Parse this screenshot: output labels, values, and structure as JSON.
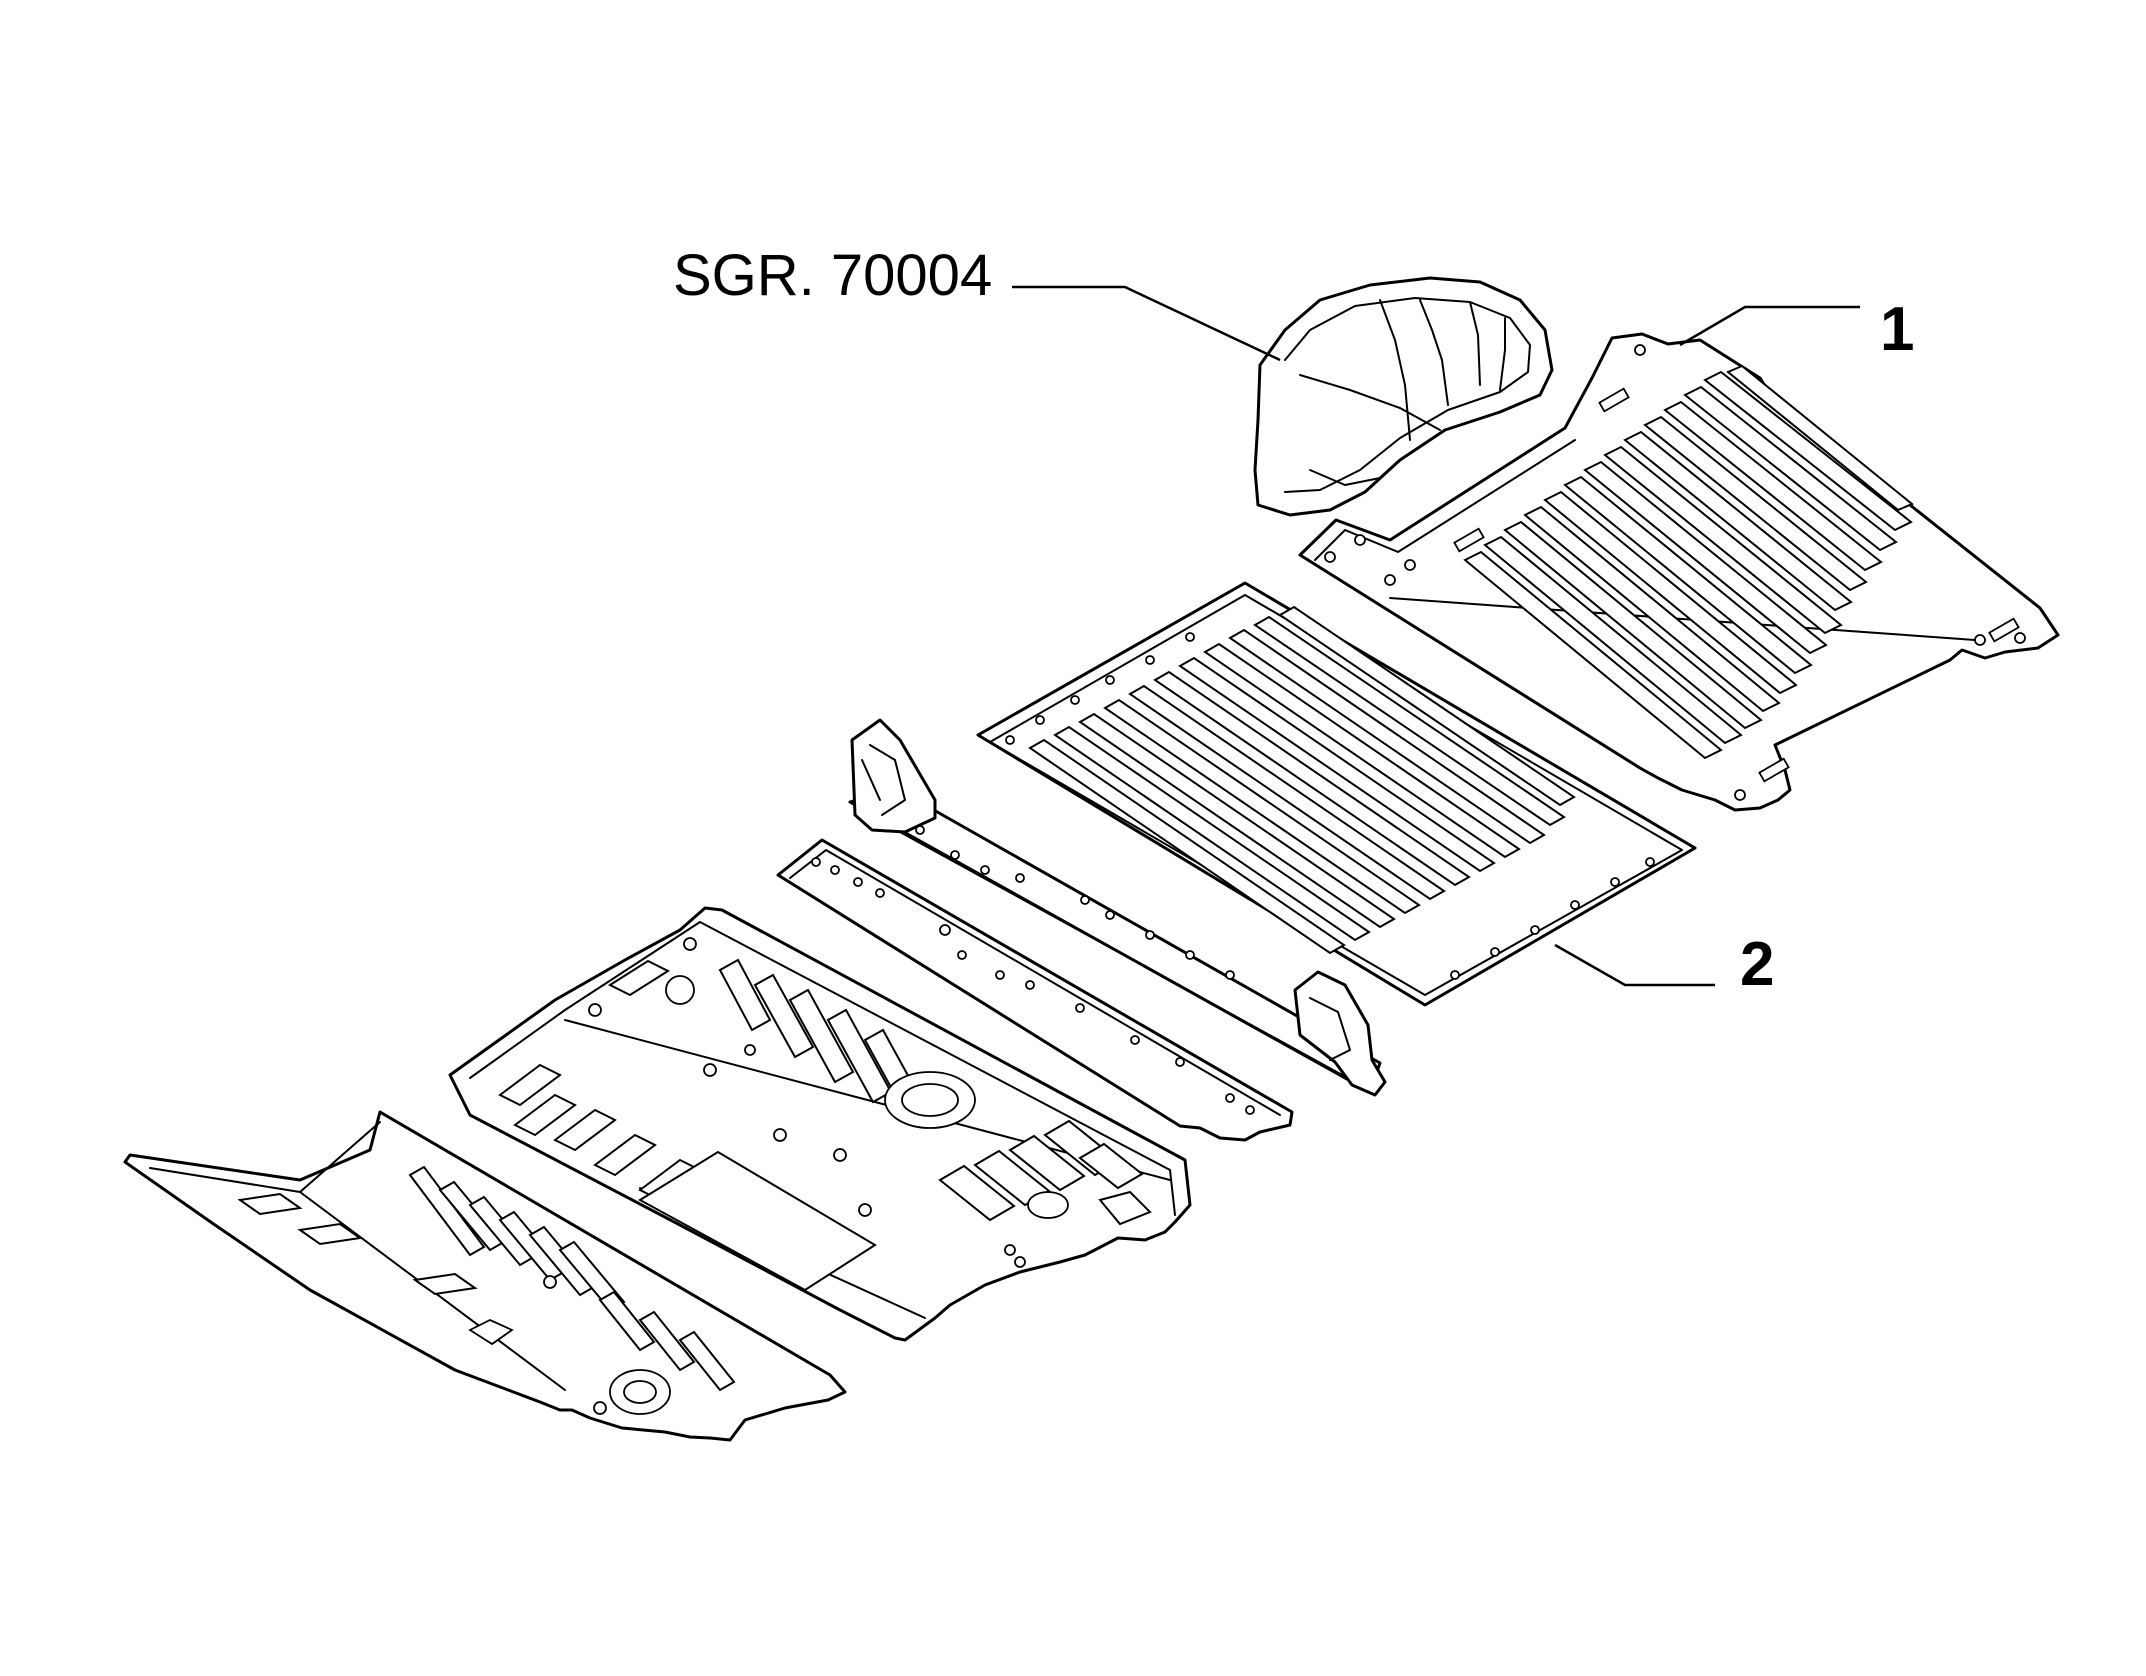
{
  "callouts": {
    "ref_group": "SGR. 70004",
    "part_1": "1",
    "part_2": "2"
  },
  "colors": {
    "line": "#000000",
    "background": "#ffffff"
  }
}
